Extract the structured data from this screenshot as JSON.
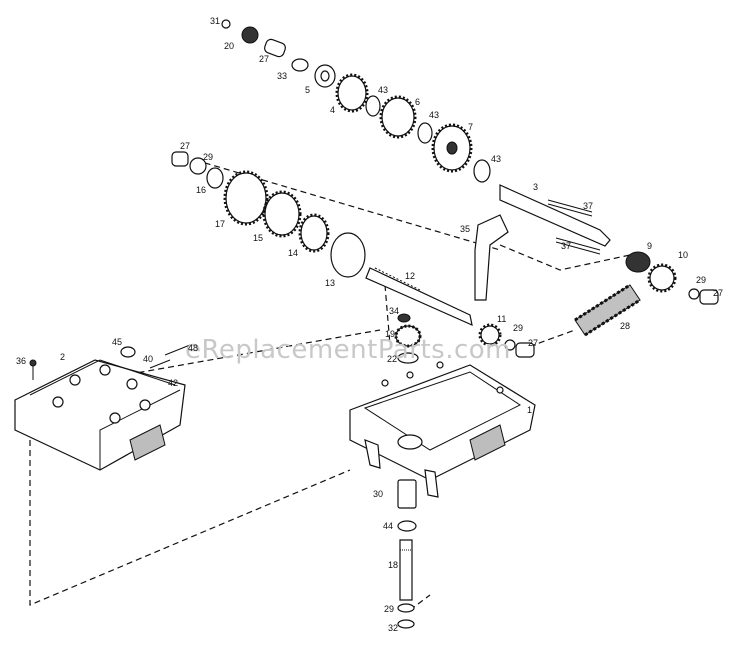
{
  "watermark": "eReplacementParts.com",
  "callouts": {
    "c1": "1",
    "c2": "2",
    "c3": "3",
    "c4": "4",
    "c5": "5",
    "c6": "6",
    "c7": "7",
    "c9": "9",
    "c10": "10",
    "c11": "11",
    "c12": "12",
    "c13": "13",
    "c14": "14",
    "c15": "15",
    "c16": "16",
    "c17": "17",
    "c18": "18",
    "c19": "19",
    "c20": "20",
    "c22": "22",
    "c27a": "27",
    "c27b": "27",
    "c27c": "27",
    "c27d": "27",
    "c28": "28",
    "c29a": "29",
    "c29b": "29",
    "c29c": "29",
    "c29d": "29",
    "c30": "30",
    "c31": "31",
    "c32": "32",
    "c33": "33",
    "c34": "34",
    "c35": "35",
    "c36": "36",
    "c37a": "37",
    "c37b": "37",
    "c40": "40",
    "c42": "42",
    "c43a": "43",
    "c43b": "43",
    "c43c": "43",
    "c44": "44",
    "c45": "45",
    "c48": "48"
  }
}
